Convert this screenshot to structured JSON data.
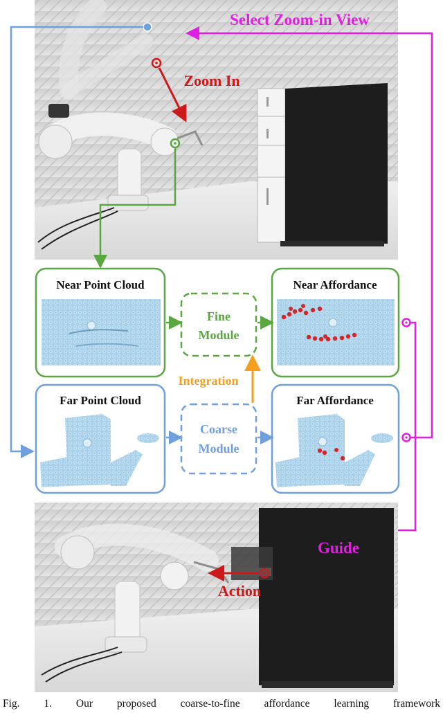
{
  "figure": {
    "top_photo": {
      "select_label": "Select Zoom-in View",
      "zoom_label": "Zoom In"
    },
    "near_point_cloud": {
      "title": "Near Point Cloud"
    },
    "near_affordance": {
      "title": "Near Affordance"
    },
    "far_point_cloud": {
      "title": "Far Point Cloud"
    },
    "far_affordance": {
      "title": "Far Affordance"
    },
    "fine_module": {
      "line1": "Fine",
      "line2": "Module"
    },
    "coarse_module": {
      "line1": "Coarse",
      "line2": "Module"
    },
    "integration_label": "Integration",
    "bottom_photo": {
      "guide_label": "Guide",
      "action_label": "Action"
    },
    "colors": {
      "green": "#5aa640",
      "blue": "#6fa0dc",
      "magenta": "#e020e0",
      "red": "#cc1a1a",
      "orange": "#f3a020",
      "cloud": "#a9d2ea",
      "affordance": "#d3262b"
    }
  },
  "caption": {
    "text": "Fig. 1.      Our proposed coarse-to-fine affordance learning framework"
  }
}
